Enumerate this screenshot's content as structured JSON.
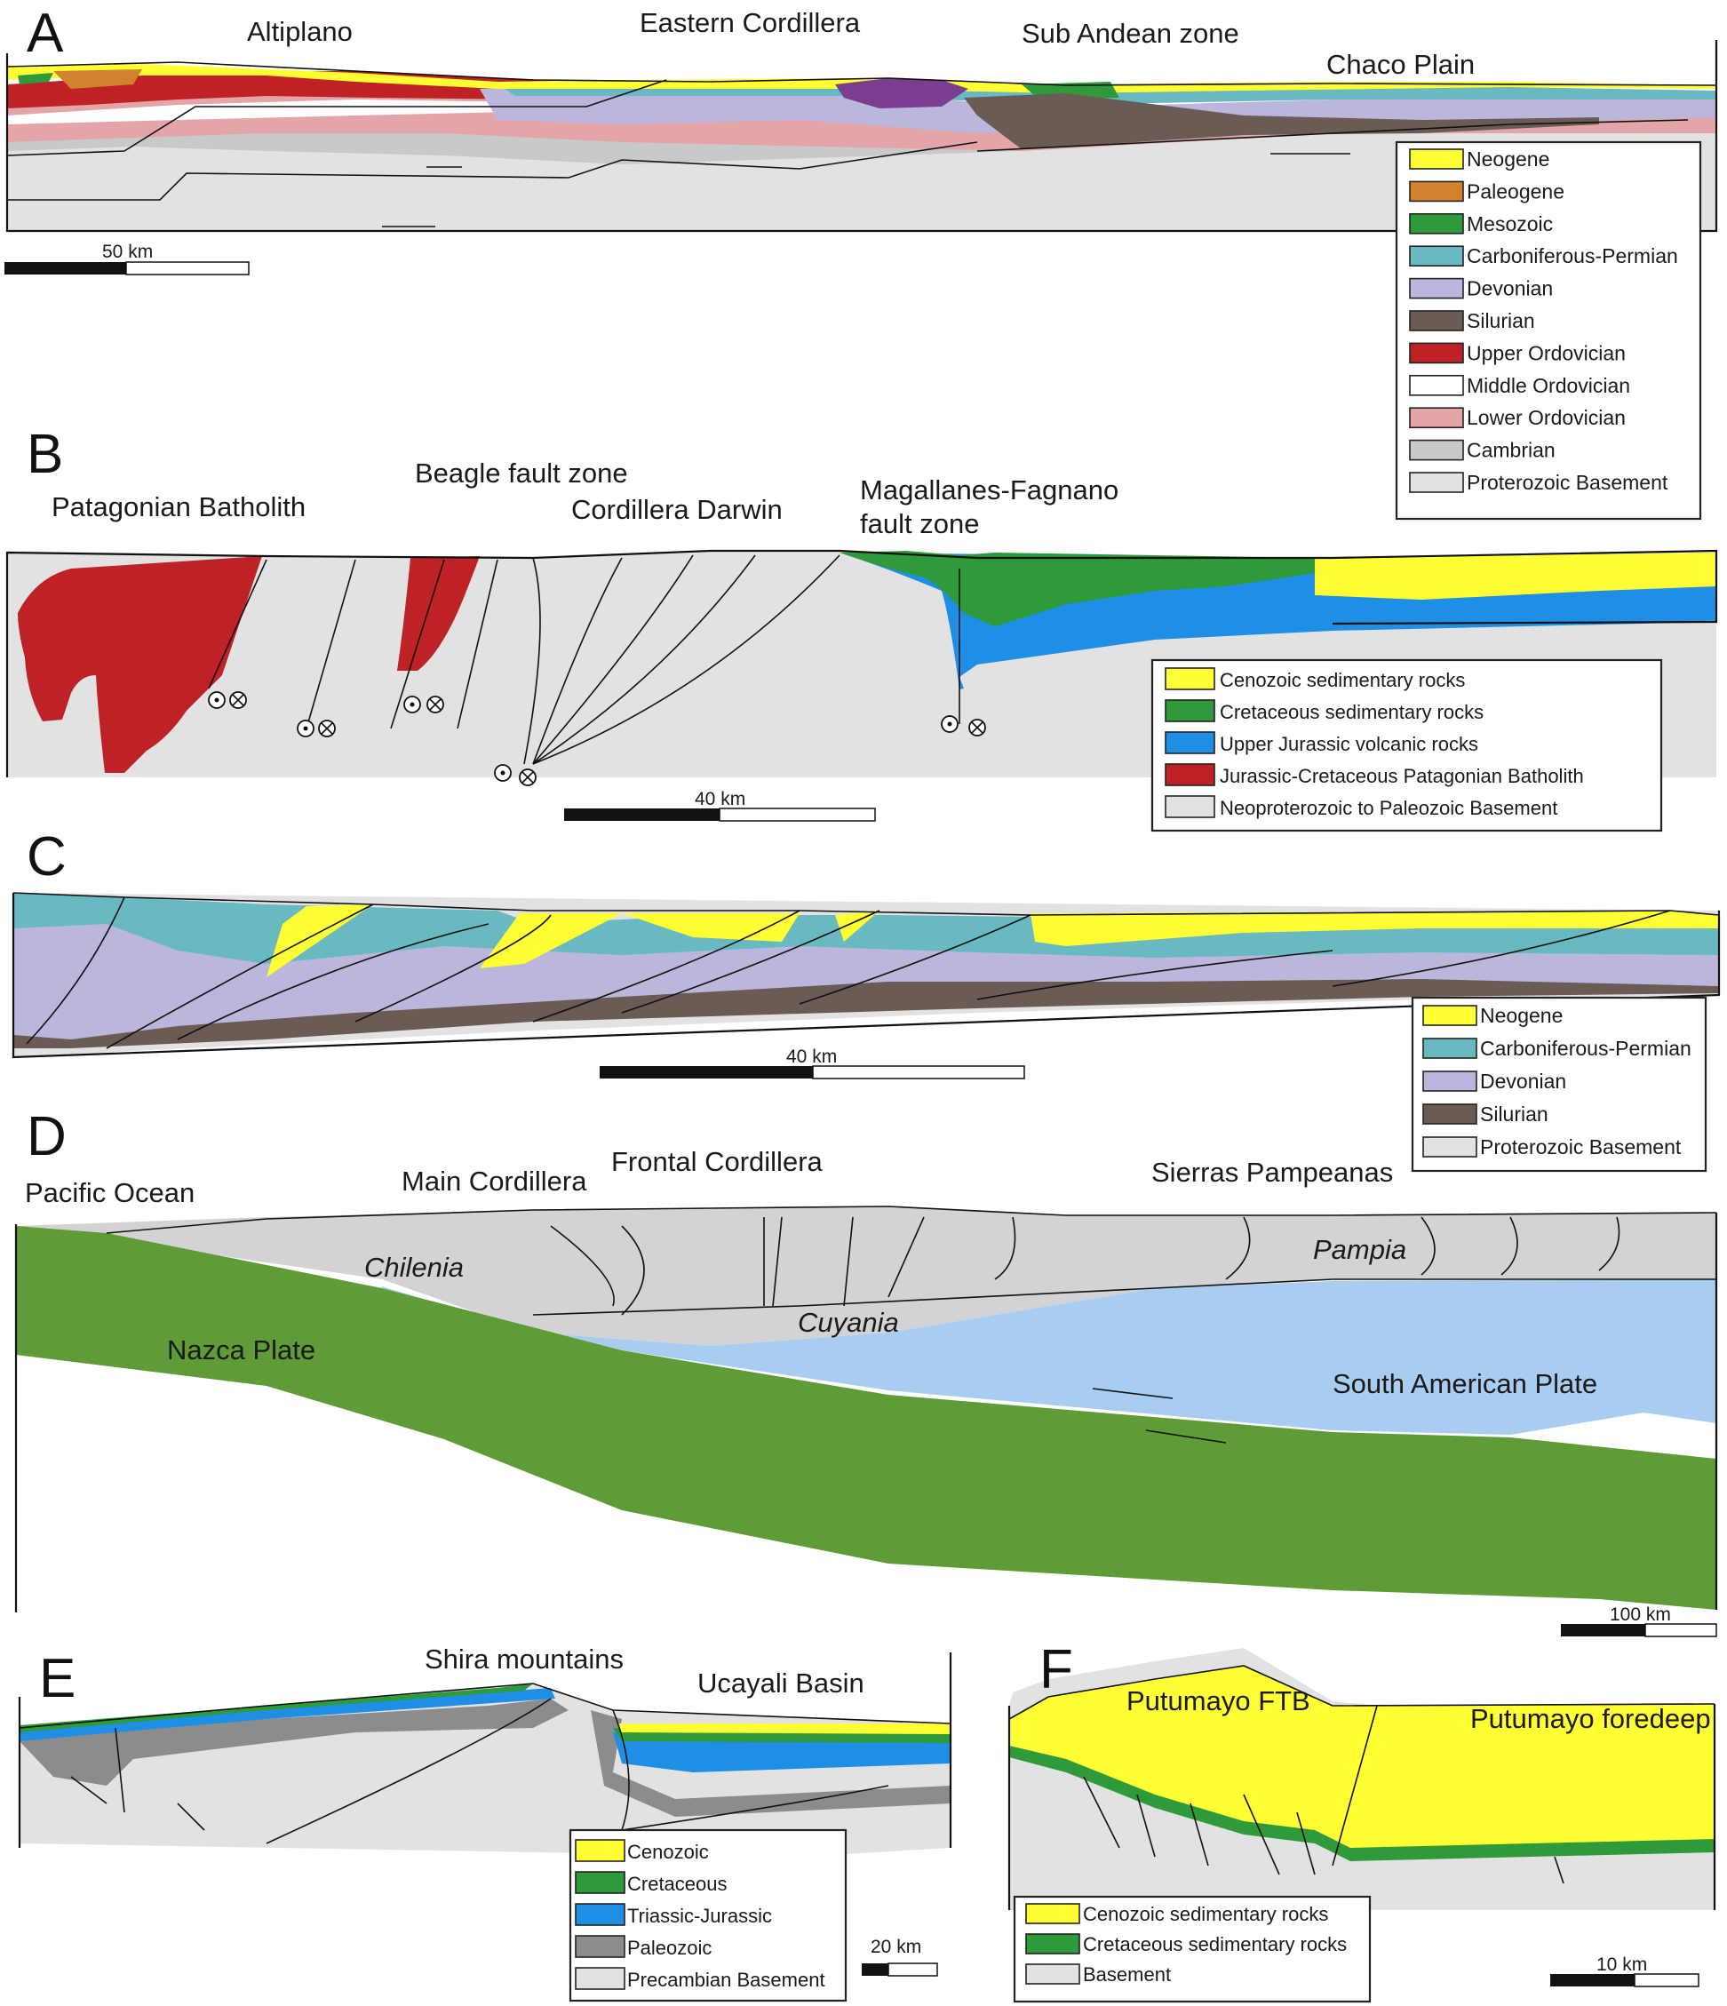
{
  "colors": {
    "neogene": "#ffff33",
    "paleogene": "#d2822f",
    "mesozoic": "#2e9a3a",
    "carboniferous_permian": "#69b9c3",
    "devonian": "#bbb6dc",
    "silurian": "#6b5b55",
    "upper_ordovician": "#bf2226",
    "middle_ordovician": "#ffffff",
    "lower_ordovician": "#e3a5a7",
    "cambrian": "#c9c9c9",
    "proterozoic_basement": "#e2e2e2",
    "upper_jurassic_volcanic": "#1f8fe6",
    "nazca_plate": "#5f9b37",
    "south_american_plate": "#a8cdf0",
    "cordillera_grey": "#d3d3d3",
    "paleozoic_grey": "#8c8c8c",
    "paleo_purple": "#7a3d8f"
  },
  "panels": {
    "A": {
      "letter": "A",
      "regions": [
        "Altiplano",
        "Eastern Cordillera",
        "Sub Andean zone",
        "Chaco Plain"
      ],
      "scale": "50 km",
      "legend": [
        {
          "label": "Neogene",
          "color": "neogene"
        },
        {
          "label": "Paleogene",
          "color": "paleogene"
        },
        {
          "label": "Mesozoic",
          "color": "mesozoic"
        },
        {
          "label": "Carboniferous-Permian",
          "color": "carboniferous_permian"
        },
        {
          "label": "Devonian",
          "color": "devonian"
        },
        {
          "label": "Silurian",
          "color": "silurian"
        },
        {
          "label": "Upper Ordovician",
          "color": "upper_ordovician"
        },
        {
          "label": "Middle Ordovician",
          "color": "middle_ordovician"
        },
        {
          "label": "Lower Ordovician",
          "color": "lower_ordovician"
        },
        {
          "label": "Cambrian",
          "color": "cambrian"
        },
        {
          "label": "Proterozoic Basement",
          "color": "proterozoic_basement"
        }
      ]
    },
    "B": {
      "letter": "B",
      "regions": [
        "Patagonian Batholith",
        "Beagle fault zone",
        "Cordillera Darwin",
        "Magallanes-Fagnano",
        "fault zone"
      ],
      "scale": "40 km",
      "legend": [
        {
          "label": "Cenozoic sedimentary rocks",
          "color": "neogene"
        },
        {
          "label": "Cretaceous sedimentary rocks",
          "color": "mesozoic"
        },
        {
          "label": "Upper Jurassic volcanic rocks",
          "color": "upper_jurassic_volcanic"
        },
        {
          "label": "Jurassic-Cretaceous Patagonian Batholith",
          "color": "upper_ordovician"
        },
        {
          "label": "Neoproterozoic to Paleozoic Basement",
          "color": "proterozoic_basement"
        }
      ]
    },
    "C": {
      "letter": "C",
      "scale": "40 km",
      "legend": [
        {
          "label": "Neogene",
          "color": "neogene"
        },
        {
          "label": "Carboniferous-Permian",
          "color": "carboniferous_permian"
        },
        {
          "label": "Devonian",
          "color": "devonian"
        },
        {
          "label": "Silurian",
          "color": "silurian"
        },
        {
          "label": "Proterozoic Basement",
          "color": "proterozoic_basement"
        }
      ]
    },
    "D": {
      "letter": "D",
      "regions": [
        "Pacific Ocean",
        "Main Cordillera",
        "Frontal Cordillera",
        "Sierras Pampeanas"
      ],
      "terranes": [
        "Chilenia",
        "Pampia",
        "Cuyania"
      ],
      "plates": [
        "Nazca Plate",
        "South American Plate"
      ],
      "scale": "100 km"
    },
    "E": {
      "letter": "E",
      "regions": [
        "Shira mountains",
        "Ucayali Basin"
      ],
      "scale": "20 km",
      "legend": [
        {
          "label": "Cenozoic",
          "color": "neogene"
        },
        {
          "label": "Cretaceous",
          "color": "mesozoic"
        },
        {
          "label": "Triassic-Jurassic",
          "color": "upper_jurassic_volcanic"
        },
        {
          "label": "Paleozoic",
          "color": "paleozoic_grey"
        },
        {
          "label": "Precambian Basement",
          "color": "proterozoic_basement"
        }
      ]
    },
    "F": {
      "letter": "F",
      "regions": [
        "Putumayo FTB",
        "Putumayo foredeep"
      ],
      "scale": "10 km",
      "legend": [
        {
          "label": "Cenozoic sedimentary rocks",
          "color": "neogene"
        },
        {
          "label": "Cretaceous sedimentary rocks",
          "color": "mesozoic"
        },
        {
          "label": "Basement",
          "color": "proterozoic_basement"
        }
      ]
    }
  }
}
